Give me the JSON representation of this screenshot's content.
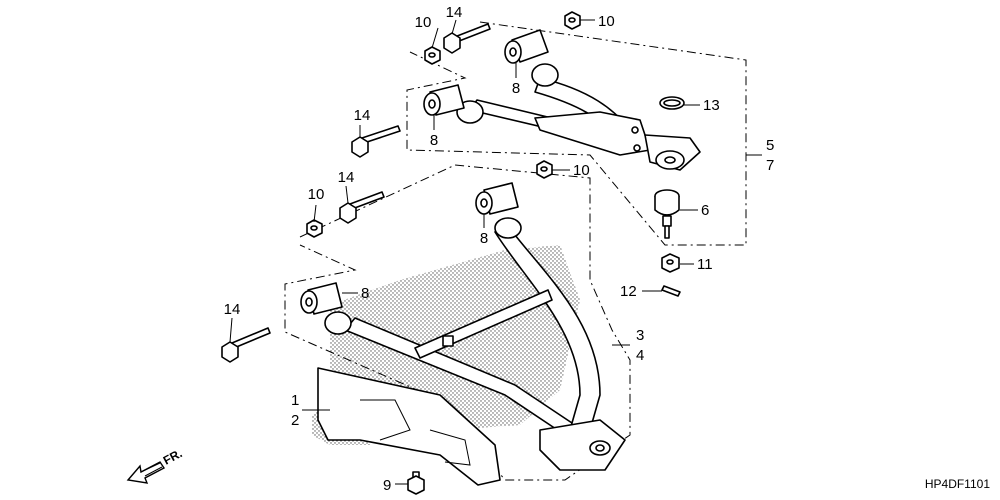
{
  "callouts": {
    "c1": "1",
    "c2": "2",
    "c3": "3",
    "c4": "4",
    "c5": "5",
    "c6": "6",
    "c7": "7",
    "c8a": "8",
    "c8b": "8",
    "c8c": "8",
    "c8d": "8",
    "c9": "9",
    "c10a": "10",
    "c10b": "10",
    "c10c": "10",
    "c10d": "10",
    "c11": "11",
    "c12": "12",
    "c13": "13",
    "c14a": "14",
    "c14b": "14",
    "c14c": "14",
    "c14d": "14"
  },
  "direction_label": "FR.",
  "diagram_code": "HP4DF1101"
}
